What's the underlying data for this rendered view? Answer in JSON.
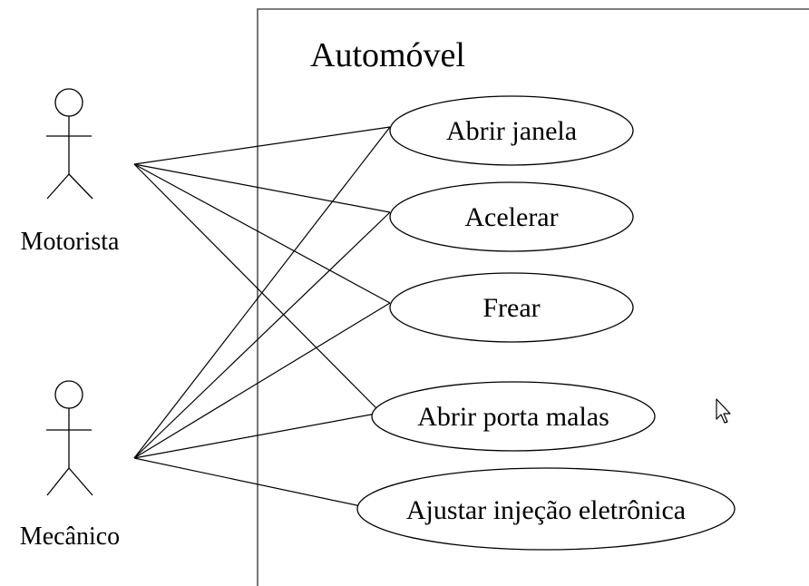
{
  "system": {
    "title": "Automóvel"
  },
  "actors": [
    {
      "id": "motorista",
      "label": "Motorista"
    },
    {
      "id": "mecanico",
      "label": "Mecânico"
    }
  ],
  "use_cases": [
    {
      "id": "abrir-janela",
      "label": "Abrir janela"
    },
    {
      "id": "acelerar",
      "label": "Acelerar"
    },
    {
      "id": "frear",
      "label": "Frear"
    },
    {
      "id": "abrir-porta-malas",
      "label": "Abrir porta malas"
    },
    {
      "id": "ajustar-injecao",
      "label": "Ajustar injeção eletrônica"
    }
  ],
  "associations": [
    {
      "actor": "motorista",
      "use_case": "abrir-janela"
    },
    {
      "actor": "motorista",
      "use_case": "acelerar"
    },
    {
      "actor": "motorista",
      "use_case": "frear"
    },
    {
      "actor": "motorista",
      "use_case": "abrir-porta-malas"
    },
    {
      "actor": "mecanico",
      "use_case": "abrir-janela"
    },
    {
      "actor": "mecanico",
      "use_case": "acelerar"
    },
    {
      "actor": "mecanico",
      "use_case": "frear"
    },
    {
      "actor": "mecanico",
      "use_case": "abrir-porta-malas"
    },
    {
      "actor": "mecanico",
      "use_case": "ajustar-injecao"
    }
  ]
}
